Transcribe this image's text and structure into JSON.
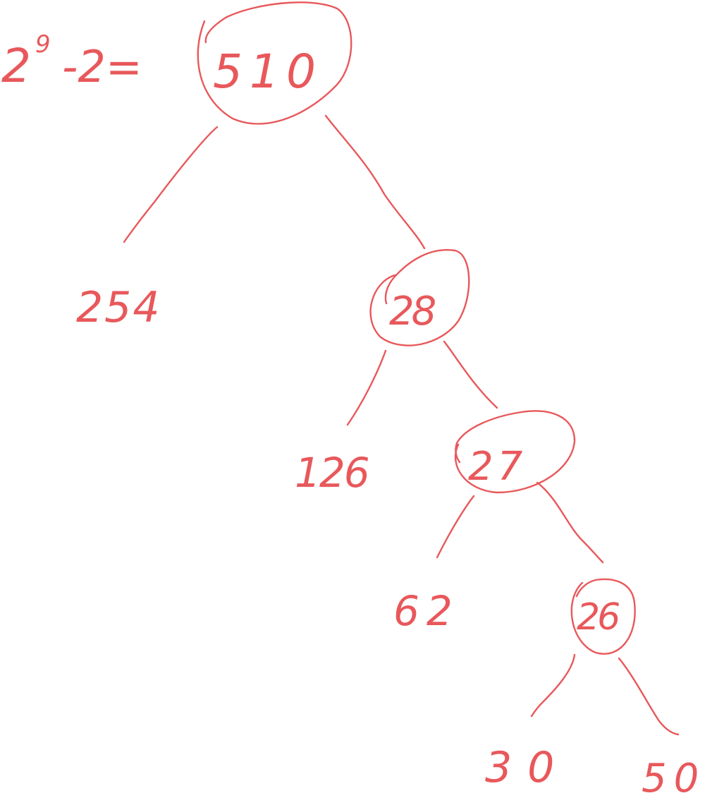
{
  "formula": {
    "base": "2",
    "exponent": "9",
    "rest": "-2="
  },
  "nodes": {
    "root": "510",
    "n1_left": "254",
    "n1_right": "28",
    "n2_left": "126",
    "n2_right": "27",
    "n3_left": "62",
    "n3_right": "26",
    "n4_left": "30",
    "n4_right": "50"
  },
  "ink_color": "#e8585b"
}
